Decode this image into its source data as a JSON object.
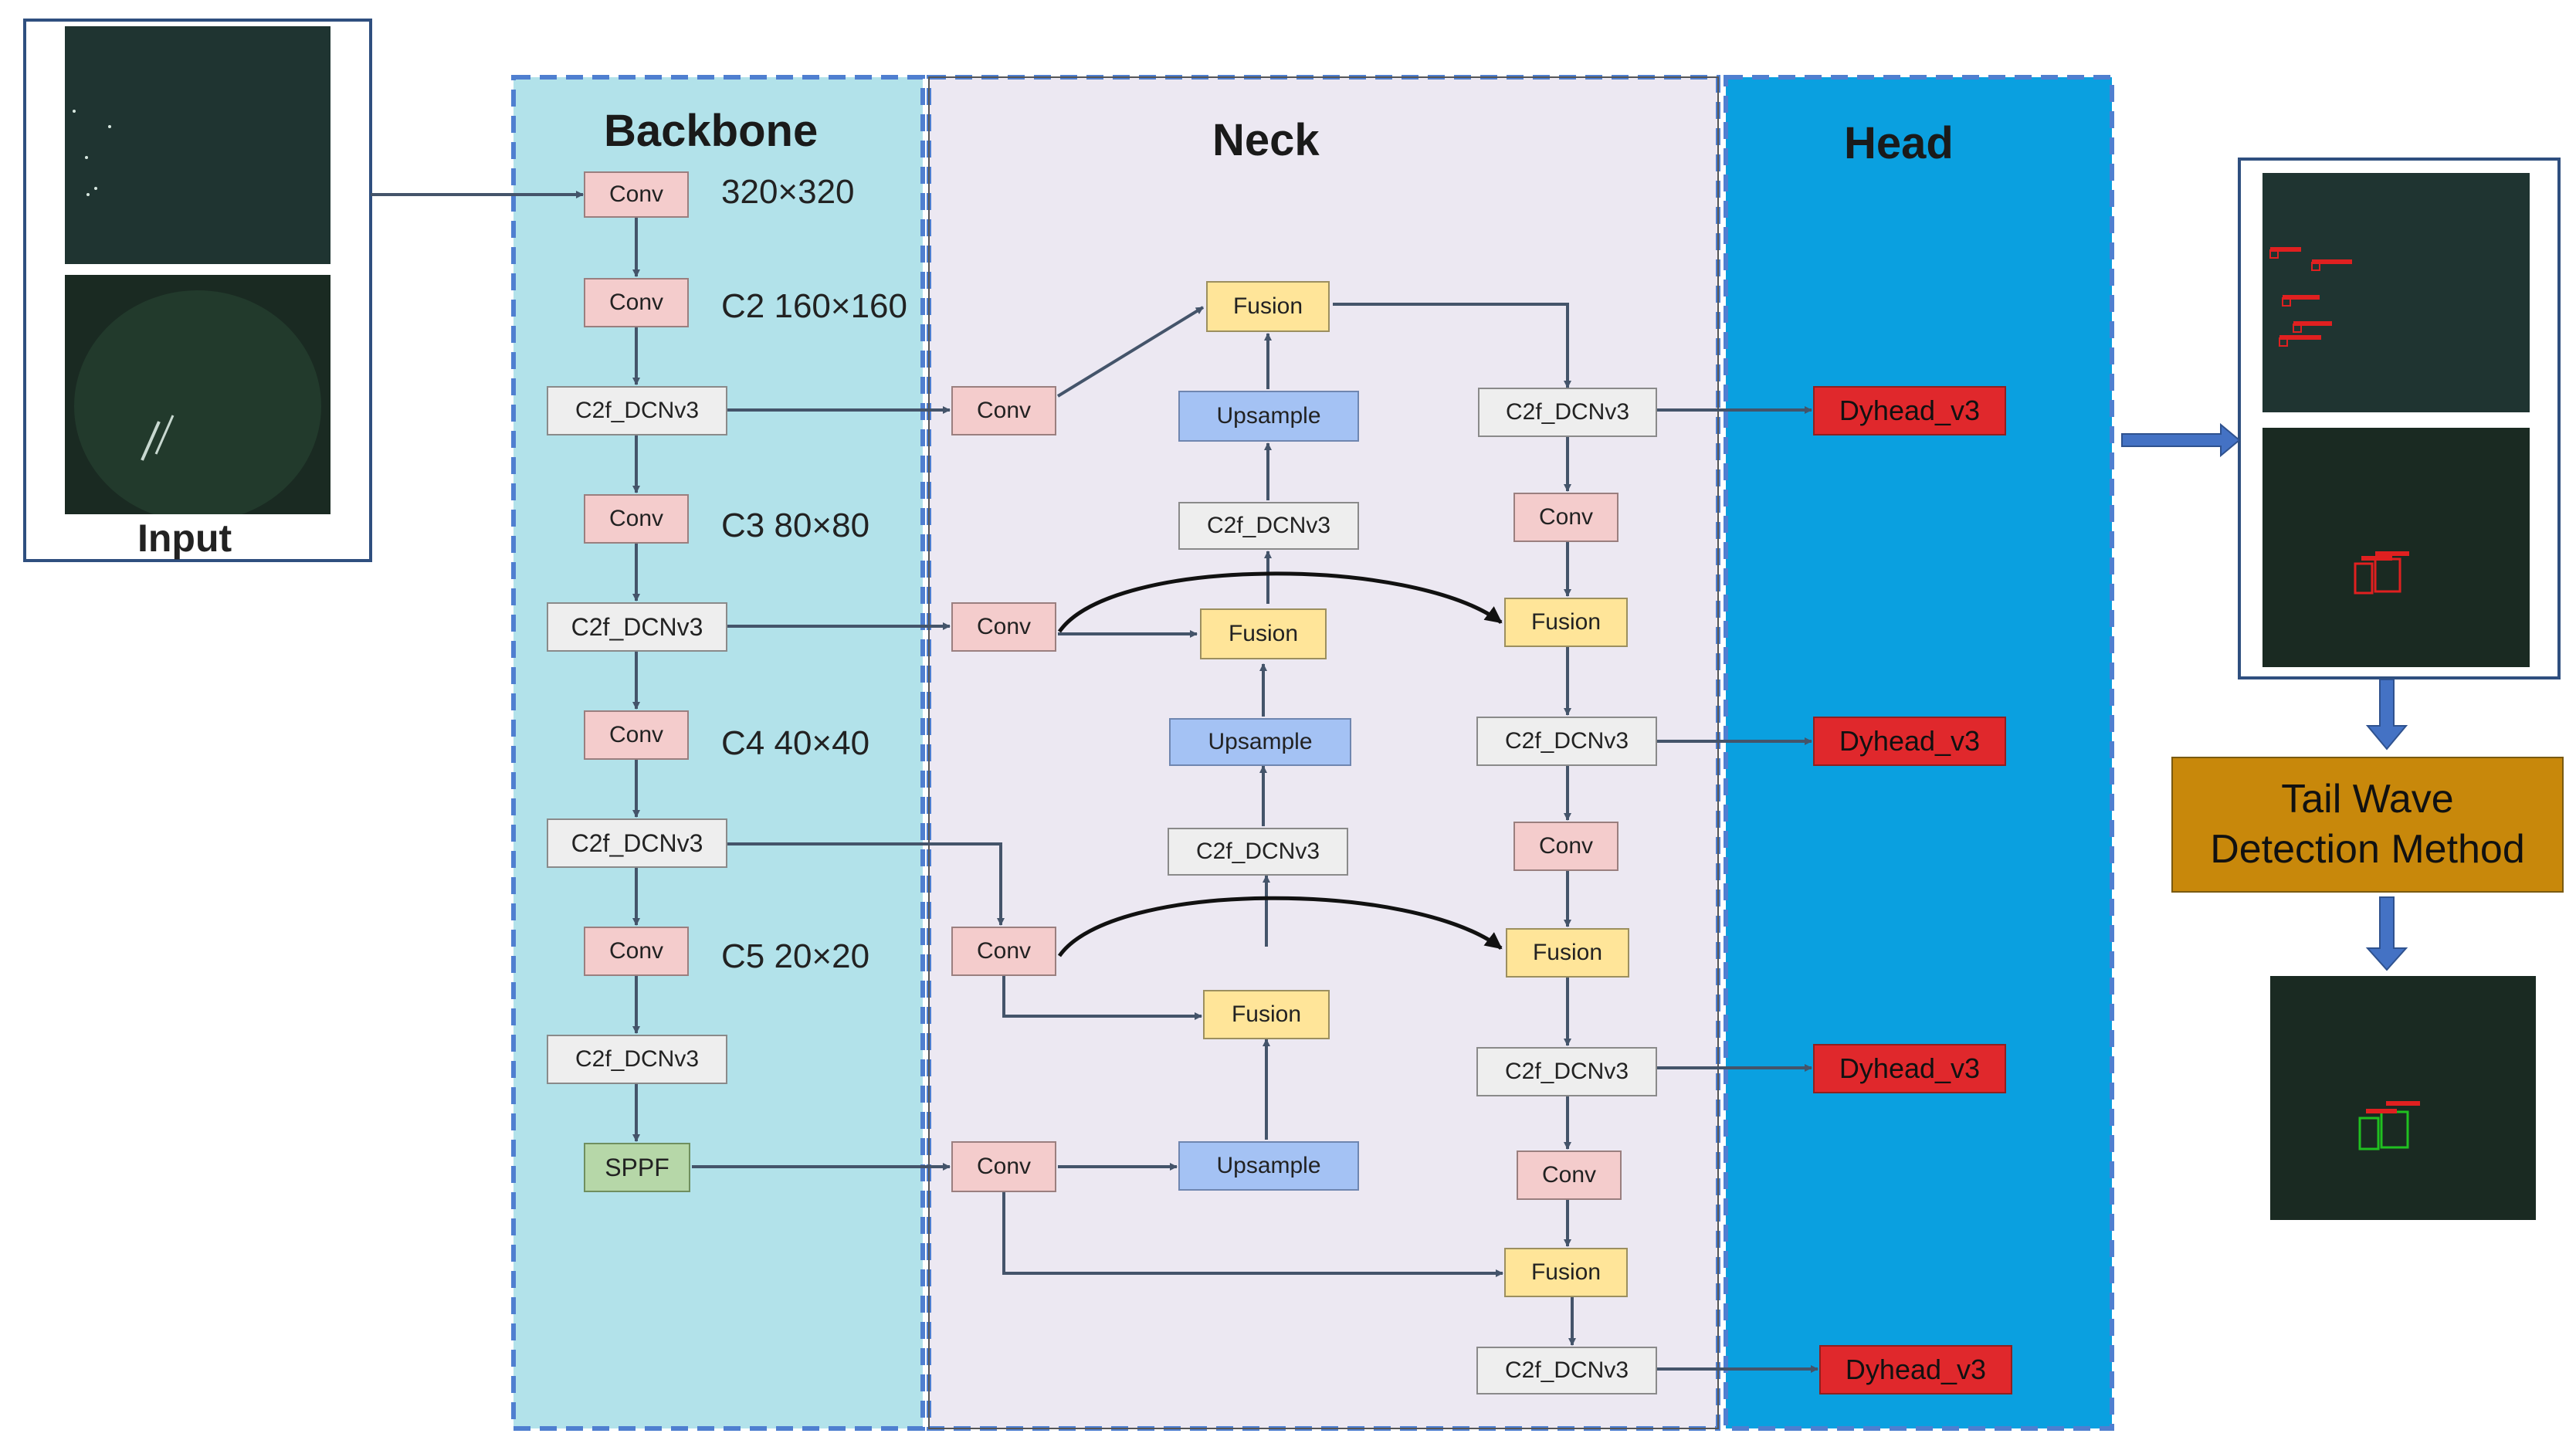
{
  "sections": {
    "backbone": "Backbone",
    "neck": "Neck",
    "head": "Head"
  },
  "input_label": "Input",
  "tail_wave": {
    "line1": "Tail Wave",
    "line2": "Detection Method"
  },
  "scales": {
    "s1": "320×320",
    "c2": "C2 160×160",
    "c3": "C3 80×80",
    "c4": "C4 40×40",
    "c5": "C5 20×20"
  },
  "labels": {
    "conv": "Conv",
    "c2f": "C2f_DCNv3",
    "fusion": "Fusion",
    "upsample": "Upsample",
    "sppf": "SPPF",
    "dyhead": "Dyhead_v3"
  },
  "colors": {
    "backbone_bg": "#b2e2ea",
    "neck_bg": "#ece8f2",
    "head_bg": "#0aa0e0",
    "conv": "#f4cccc",
    "c2f": "#eeeeee",
    "fusion": "#ffe599",
    "upsample": "#a4c2f4",
    "sppf": "#b6d7a8",
    "dyhead": "#e0282c",
    "tail_wave": "#c8880b",
    "arrow_blue": "#4472c4"
  }
}
